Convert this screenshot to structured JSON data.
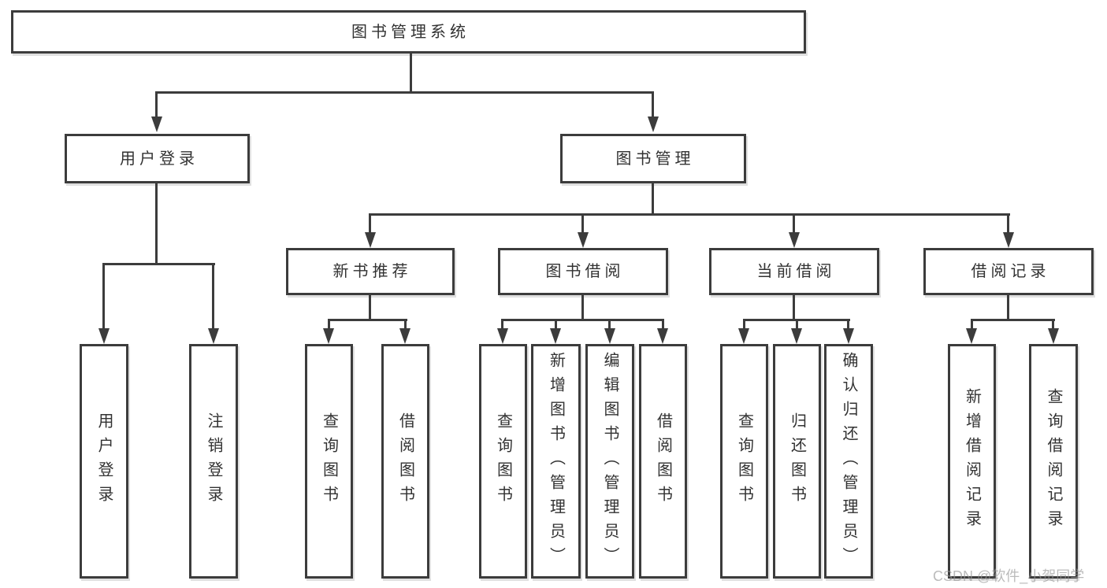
{
  "tree": {
    "root": "图书管理系统",
    "level2": [
      "用户登录",
      "图书管理"
    ],
    "level3": [
      "新书推荐",
      "图书借阅",
      "当前借阅",
      "借阅记录"
    ],
    "level4": {
      "user_login": [
        "用户登录",
        "注销登录"
      ],
      "new_book": [
        "查询图书",
        "借阅图书"
      ],
      "book_borrow": [
        "查询图书",
        "新增图书（管理员）",
        "编辑图书（管理员）",
        "借阅图书"
      ],
      "current_borrow": [
        "查询图书",
        "归还图书",
        "确认归还（管理员）"
      ],
      "borrow_record": [
        "新增借阅记录",
        "查询借阅记录"
      ]
    }
  },
  "watermark": {
    "text": "CSDN @软件_小贺同学"
  },
  "colors": {
    "line": "#3c3c3c",
    "text": "#323232",
    "bg": "#ffffff"
  }
}
